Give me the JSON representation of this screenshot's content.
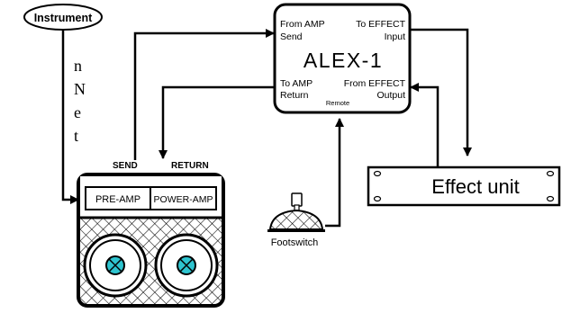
{
  "side_text": [
    "n",
    "N",
    "e",
    "t"
  ],
  "instrument": {
    "label": "Instrument"
  },
  "alex": {
    "name": "ALEX-1",
    "from_amp": "From AMP",
    "send": "Send",
    "to_effect": "To EFFECT",
    "input": "Input",
    "to_amp": "To AMP",
    "return": "Return",
    "remote": "Remote",
    "from_effect": "From EFFECT",
    "output": "Output"
  },
  "amp": {
    "send_label": "SEND",
    "return_label": "RETURN",
    "preamp": "PRE-AMP",
    "poweramp": "POWER-AMP"
  },
  "footswitch": {
    "label": "Footswitch"
  },
  "effect": {
    "label": "Effect unit"
  },
  "colors": {
    "stroke": "#000000",
    "speaker_center": "#2ec4cf",
    "background": "#ffffff"
  }
}
